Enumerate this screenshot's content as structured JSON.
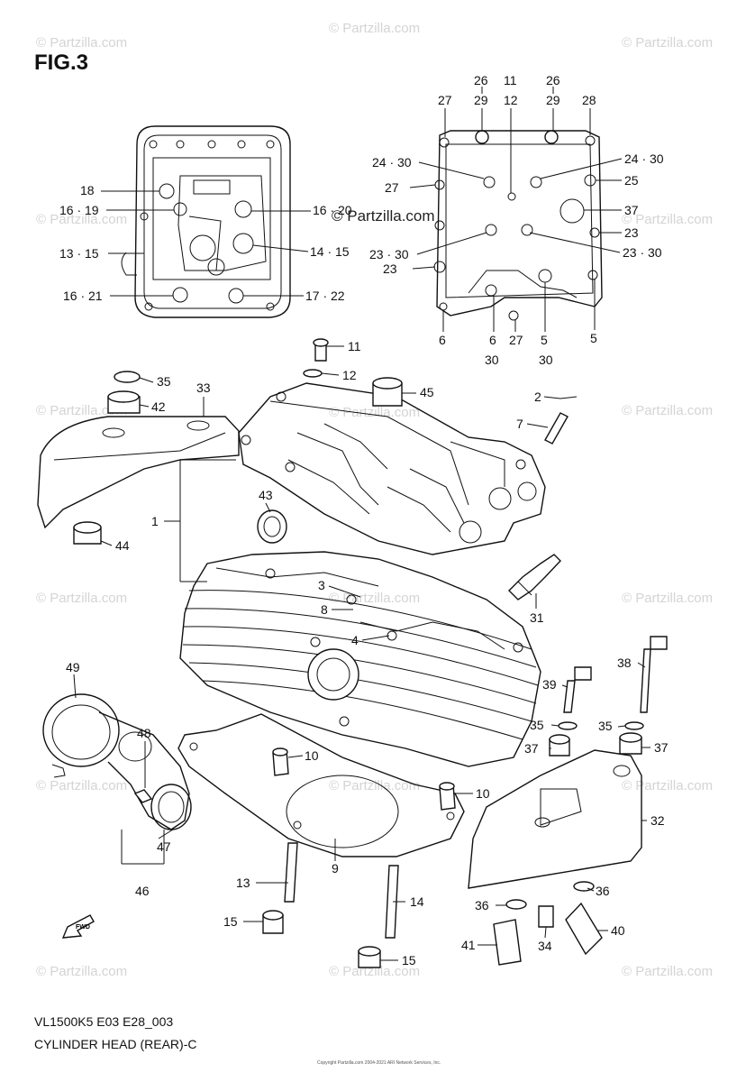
{
  "figure_title": "FIG.3",
  "diagram_code": "VL1500K5 E03 E28_003",
  "caption": "CYLINDER HEAD (REAR)-C",
  "copyright": "Copyright Partzilla.com 2004-2021 ARI Network Services, Inc.",
  "watermark": "© Partzilla.com",
  "fwd_label": "FWD",
  "labels": {
    "l26a": "26",
    "l11a": "11",
    "l26b": "26",
    "l27a": "27",
    "l29a": "29",
    "l12a": "12",
    "l29b": "29",
    "l28": "28",
    "l2430a": "24 · 30",
    "l2430b": "24 · 30",
    "l27b": "27",
    "l25": "25",
    "l37a": "37",
    "l2330a": "23 · 30",
    "l23a": "23",
    "l2330b": "23 · 30",
    "l23b": "23",
    "l6a": "6",
    "l6b": "6",
    "l27c": "27",
    "l5a": "5",
    "l5b": "5",
    "l30a": "30",
    "l30b": "30",
    "l18": "18",
    "l1619": "16 · 19",
    "l1620": "16 · 20",
    "l1315": "13 · 15",
    "l1415": "14 · 15",
    "l1621": "16 · 21",
    "l1722": "17 · 22",
    "l11b": "11",
    "l12b": "12",
    "l35a": "35",
    "l33": "33",
    "l42": "42",
    "l45": "45",
    "l2": "2",
    "l7": "7",
    "l43": "43",
    "l1": "1",
    "l44": "44",
    "l3": "3",
    "l8": "8",
    "l31": "31",
    "l4": "4",
    "l38": "38",
    "l39": "39",
    "l49": "49",
    "l35b": "35",
    "l35c": "35",
    "l37b": "37",
    "l37c": "37",
    "l48": "48",
    "l10a": "10",
    "l10b": "10",
    "l32": "32",
    "l47": "47",
    "l9": "9",
    "l46": "46",
    "l13": "13",
    "l14": "14",
    "l36a": "36",
    "l36b": "36",
    "l15a": "15",
    "l40": "40",
    "l41": "41",
    "l34": "34",
    "l15b": "15"
  }
}
